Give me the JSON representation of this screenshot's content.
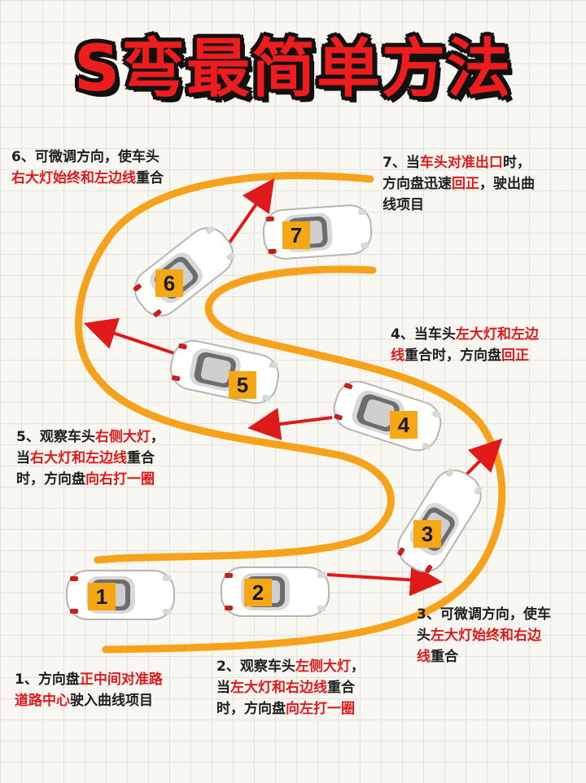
{
  "title": "S弯最简单方法",
  "cars": [
    {
      "label": "1"
    },
    {
      "label": "2"
    },
    {
      "label": "3"
    },
    {
      "label": "4"
    },
    {
      "label": "5"
    },
    {
      "label": "6"
    },
    {
      "label": "7"
    }
  ],
  "notes": {
    "n1": {
      "a": "1、方向盘",
      "b": "正中间对准路",
      "c": "道路中心",
      "d": "驶入曲线项目"
    },
    "n2": {
      "a": "2、观察车头",
      "b": "左侧大灯",
      "c": "，",
      "d": "当",
      "e": "左大灯和右边线",
      "f": "重合",
      "g": "时，方向盘",
      "h": "向左打一圈"
    },
    "n3": {
      "a": "3、可微调方向，使车",
      "b": "头",
      "c": "左大灯始终和右边",
      "d": "线",
      "e": "重合"
    },
    "n4": {
      "a": "4、当车头",
      "b": "左大灯和左边",
      "c": "线",
      "d": "重合时，方向盘",
      "e": "回正"
    },
    "n5": {
      "a": "5、观察车头",
      "b": "右侧大灯",
      "c": "，",
      "d": "当",
      "e": "右大灯和左边线",
      "f": "重合",
      "g": "时，方向盘",
      "h": "向右打一圈"
    },
    "n6": {
      "a": "6、可微调方向，使车头",
      "b": "右大灯始终和左边线",
      "c": "重合"
    },
    "n7": {
      "a": "7、当",
      "b": "车头对准出口",
      "c": "时，",
      "d": "方向盘迅速",
      "e": "回正",
      "f": "，驶出曲",
      "g": "线项目"
    }
  },
  "colors": {
    "road_line": "#f7a21b",
    "arrow": "#e01a1a",
    "highlight_text": "#e01a1a",
    "badge": "#f5a814"
  }
}
